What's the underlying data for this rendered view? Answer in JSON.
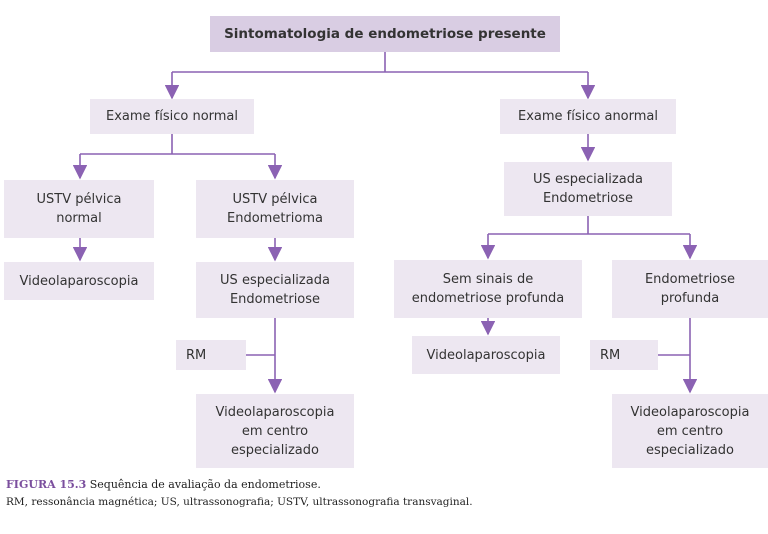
{
  "diagram": {
    "accent_color": "#8b62b3",
    "box_color": "#ede7f1",
    "title_box_color": "#d9cde3",
    "nodes": {
      "root": "Sintomatologia de endometriose presente",
      "exam_normal": "Exame físico normal",
      "exam_abnormal": "Exame físico anormal",
      "ustv_normal": "USTV pélvica\nnormal",
      "ustv_endometrioma": "USTV pélvica\nEndometrioma",
      "video_left": "Videolaparoscopia",
      "us_left": "US especializada\nEndometriose",
      "rm_left": "RM",
      "video_center_left": "Videolaparoscopia\nem centro\nespecializado",
      "us_right": "US especializada\nEndometriose",
      "no_deep": "Sem sinais de\nendometriose profunda",
      "deep": "Endometriose\nprofunda",
      "video_mid": "Videolaparoscopia",
      "rm_right": "RM",
      "video_center_right": "Videolaparoscopia\nem centro\nespecializado"
    }
  },
  "caption": {
    "figure_label": "FIGURA 15.3",
    "figure_title": "Sequência de avaliação da endometriose.",
    "abbreviations": "RM, ressonância magnética; US, ultrassonografia; USTV, ultrassonografia transvaginal."
  }
}
